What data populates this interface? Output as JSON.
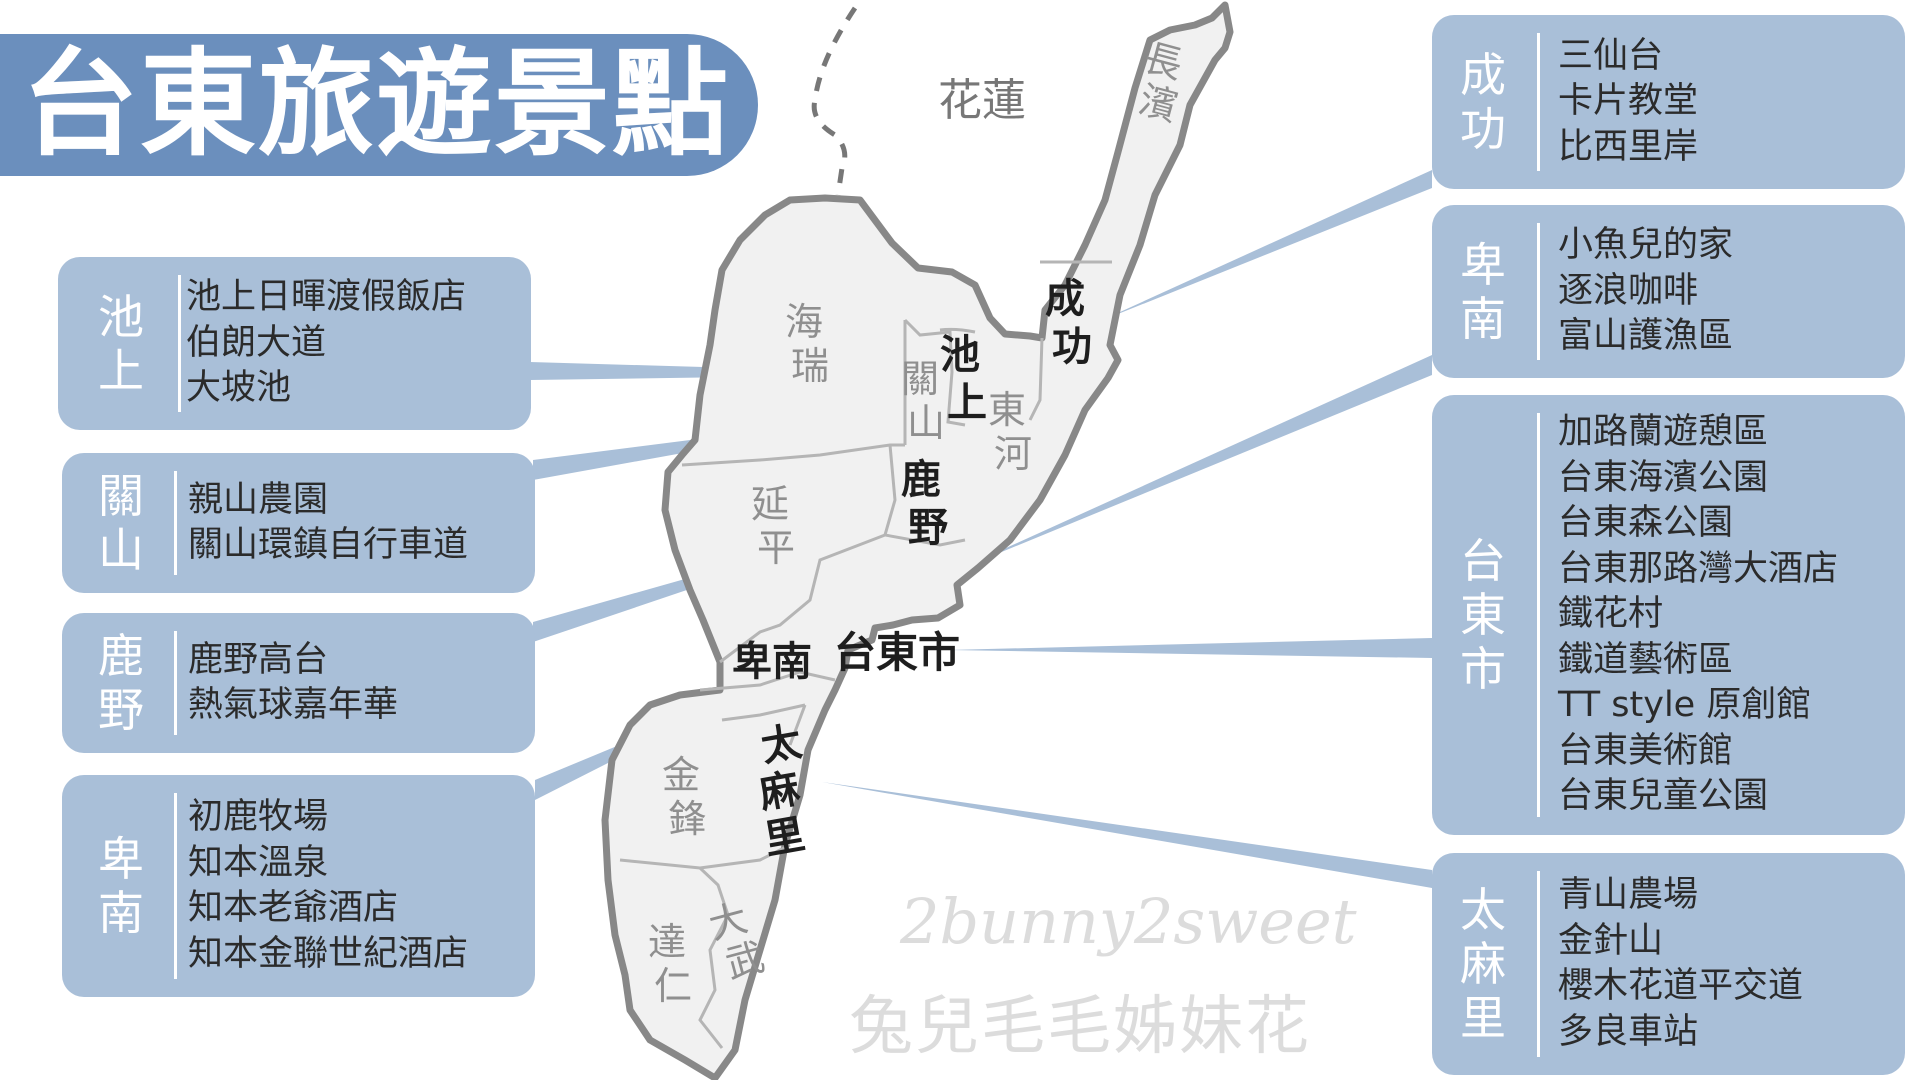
{
  "title": "台東旅遊景點",
  "colors": {
    "banner": "#6b8fbd",
    "box": "#a9bfd8",
    "map_fill": "#f1f1f1",
    "map_border": "#888888",
    "leader": "#a9bfd8"
  },
  "neighbor_region": "花蓮",
  "map_labels": {
    "changbin": "長濱",
    "chenggong": "成功",
    "haiduan": "海瑞",
    "chishang": "池上",
    "guanshan": "關山",
    "donghe": "東河",
    "yanping": "延平",
    "luye": "鹿野",
    "beinan": "卑南",
    "taitung_city": "台東市",
    "jinfeng": "金鋒",
    "taimali": "太麻里",
    "daren": "達仁",
    "dawu": "大武"
  },
  "boxes": {
    "chishang": {
      "heading": "池上",
      "items": [
        "池上日暉渡假飯店",
        "伯朗大道",
        "大坡池"
      ]
    },
    "guanshan": {
      "heading": "關山",
      "items": [
        "親山農園",
        "關山環鎮自行車道"
      ]
    },
    "luye": {
      "heading": "鹿野",
      "items": [
        "鹿野高台",
        "熱氣球嘉年華"
      ]
    },
    "beinan_left": {
      "heading": "卑南",
      "items": [
        "初鹿牧場",
        "知本溫泉",
        "知本老爺酒店",
        "知本金聯世紀酒店"
      ]
    },
    "chenggong": {
      "heading": "成功",
      "items": [
        "三仙台",
        "卡片教堂",
        "比西里岸"
      ]
    },
    "beinan_right": {
      "heading": "卑南",
      "items": [
        "小魚兒的家",
        "逐浪咖啡",
        "富山護漁區"
      ]
    },
    "taitung_city": {
      "heading": "台東市",
      "items": [
        "加路蘭遊憩區",
        "台東海濱公園",
        "台東森公園",
        "台東那路灣大酒店",
        "鐵花村",
        "鐵道藝術區",
        "TT style 原創館",
        "台東美術館",
        "台東兒童公園"
      ]
    },
    "taimali": {
      "heading": "太麻里",
      "items": [
        "青山農場",
        "金針山",
        "櫻木花道平交道",
        "多良車站"
      ]
    }
  },
  "watermark": {
    "en": "2bunny2sweet",
    "zh": "兔兒毛毛姊妹花"
  }
}
